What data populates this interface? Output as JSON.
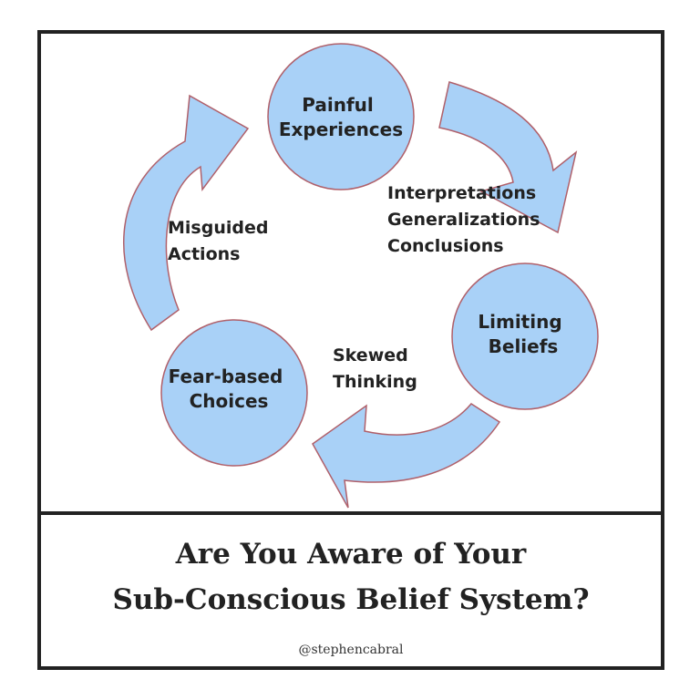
{
  "colors": {
    "node_fill": "#a9d1f7",
    "node_stroke": "#b0606a",
    "text": "#222222",
    "border": "#222222"
  },
  "diagram": {
    "nodes": [
      {
        "id": "painful",
        "lines": [
          "Painful",
          "Experiences"
        ]
      },
      {
        "id": "limiting",
        "lines": [
          "Limiting",
          "Beliefs"
        ]
      },
      {
        "id": "fear",
        "lines": [
          "Fear-based",
          "Choices"
        ]
      }
    ],
    "edge_labels": [
      {
        "id": "interp",
        "lines": [
          "Interpretations",
          "Generalizations",
          "Conclusions"
        ]
      },
      {
        "id": "skewed",
        "lines": [
          "Skewed",
          "Thinking"
        ]
      },
      {
        "id": "misguided",
        "lines": [
          "Misguided",
          "Actions"
        ]
      }
    ]
  },
  "caption": {
    "title_line1": "Are You Aware of Your",
    "title_line2": "Sub-Conscious Belief System?",
    "handle": "@stephencabral"
  }
}
